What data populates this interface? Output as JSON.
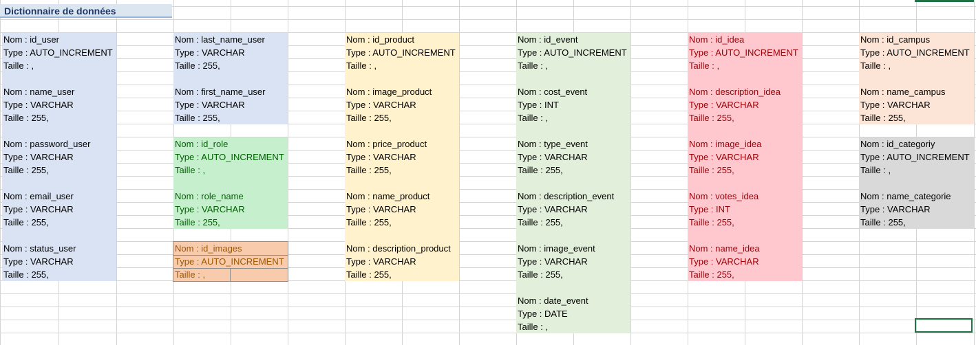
{
  "sheet": {
    "title": "Dictionnaire de données"
  },
  "colors": {
    "blue": "#dae3f3",
    "green": "#c6efce",
    "green_text": "#006100",
    "orange": "#f8cbad",
    "orange_text": "#9c5700",
    "yellow": "#fff2cc",
    "lightgreen": "#e2efda",
    "red": "#ffc7ce",
    "red_text": "#9c0006",
    "peach": "#fce4d6",
    "gray": "#d9d9d9"
  },
  "tables": [
    {
      "fields": [
        {
          "nom": "Nom : id_user",
          "type": "Type : AUTO_INCREMENT",
          "taille": "Taille : ,"
        },
        {
          "nom": "Nom : name_user",
          "type": "Type : VARCHAR",
          "taille": "Taille : 255,"
        },
        {
          "nom": "Nom : password_user",
          "type": "Type : VARCHAR",
          "taille": "Taille : 255,"
        },
        {
          "nom": "Nom : email_user",
          "type": "Type : VARCHAR",
          "taille": "Taille : 255,"
        },
        {
          "nom": "Nom : status_user",
          "type": "Type : VARCHAR",
          "taille": "Taille : 255,"
        }
      ]
    },
    {
      "fields": [
        {
          "nom": "Nom : last_name_user",
          "type": "Type : VARCHAR",
          "taille": "Taille : 255,"
        },
        {
          "nom": "Nom : first_name_user",
          "type": "Type : VARCHAR",
          "taille": "Taille : 255,"
        }
      ]
    },
    {
      "fields": [
        {
          "nom": "Nom : id_role",
          "type": "Type : AUTO_INCREMENT",
          "taille": "Taille : ,"
        },
        {
          "nom": "Nom : role_name",
          "type": "Type : VARCHAR",
          "taille": "Taille : 255,"
        }
      ]
    },
    {
      "fields": [
        {
          "nom": "Nom : id_images",
          "type": "Type : AUTO_INCREMENT",
          "taille": "Taille : ,"
        }
      ]
    },
    {
      "fields": [
        {
          "nom": "Nom : id_product",
          "type": "Type : AUTO_INCREMENT",
          "taille": "Taille : ,"
        },
        {
          "nom": "Nom : image_product",
          "type": "Type : VARCHAR",
          "taille": "Taille : 255,"
        },
        {
          "nom": "Nom : price_product",
          "type": "Type : VARCHAR",
          "taille": "Taille : 255,"
        },
        {
          "nom": "Nom : name_product",
          "type": "Type : VARCHAR",
          "taille": "Taille : 255,"
        },
        {
          "nom": "Nom : description_product",
          "type": "Type : VARCHAR",
          "taille": "Taille : 255,"
        }
      ]
    },
    {
      "fields": [
        {
          "nom": "Nom : id_event",
          "type": "Type : AUTO_INCREMENT",
          "taille": "Taille : ,"
        },
        {
          "nom": "Nom : cost_event",
          "type": "Type : INT",
          "taille": "Taille : ,"
        },
        {
          "nom": "Nom : type_event",
          "type": "Type : VARCHAR",
          "taille": "Taille : 255,"
        },
        {
          "nom": "Nom : description_event",
          "type": "Type : VARCHAR",
          "taille": "Taille : 255,"
        },
        {
          "nom": "Nom : image_event",
          "type": "Type : VARCHAR",
          "taille": "Taille : 255,"
        },
        {
          "nom": "Nom : date_event",
          "type": "Type : DATE",
          "taille": "Taille : ,"
        }
      ]
    },
    {
      "fields": [
        {
          "nom": "Nom : id_idea",
          "type": "Type : AUTO_INCREMENT",
          "taille": "Taille : ,"
        },
        {
          "nom": "Nom : description_idea",
          "type": "Type : VARCHAR",
          "taille": "Taille : 255,"
        },
        {
          "nom": "Nom : image_idea",
          "type": "Type : VARCHAR",
          "taille": "Taille : 255,"
        },
        {
          "nom": "Nom : votes_idea",
          "type": "Type : INT",
          "taille": "Taille : 255,"
        },
        {
          "nom": "Nom : name_idea",
          "type": "Type : VARCHAR",
          "taille": "Taille : 255,"
        }
      ]
    },
    {
      "fields": [
        {
          "nom": "Nom : id_campus",
          "type": "Type : AUTO_INCREMENT",
          "taille": "Taille : ,"
        },
        {
          "nom": "Nom : name_campus",
          "type": "Type : VARCHAR",
          "taille": "Taille : 255,"
        }
      ]
    },
    {
      "fields": [
        {
          "nom": "Nom : id_categoriy",
          "type": "Type : AUTO_INCREMENT",
          "taille": "Taille : ,"
        },
        {
          "nom": "Nom : name_categorie",
          "type": "Type : VARCHAR",
          "taille": "Taille : 255,"
        }
      ]
    }
  ]
}
